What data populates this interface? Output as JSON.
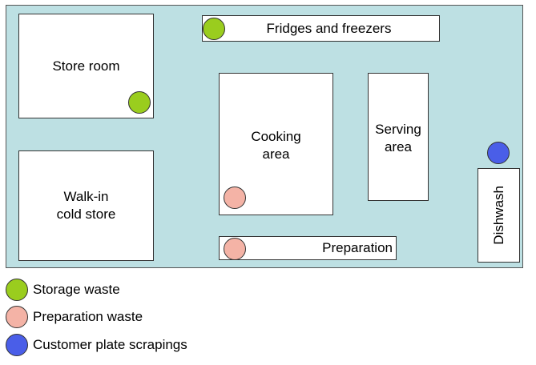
{
  "rooms": {
    "store_room": "Store room",
    "fridges": "Fridges and freezers",
    "walk_in": "Walk-in\ncold store",
    "cooking": "Cooking\narea",
    "serving": "Serving\narea",
    "preparation": "Preparation",
    "dishwash": "Dishwash"
  },
  "legend": [
    {
      "label": "Storage waste",
      "color": "#9acd1e"
    },
    {
      "label": "Preparation waste",
      "color": "#f4b3a6"
    },
    {
      "label": "Customer plate scrapings",
      "color": "#4a5ee8"
    }
  ]
}
